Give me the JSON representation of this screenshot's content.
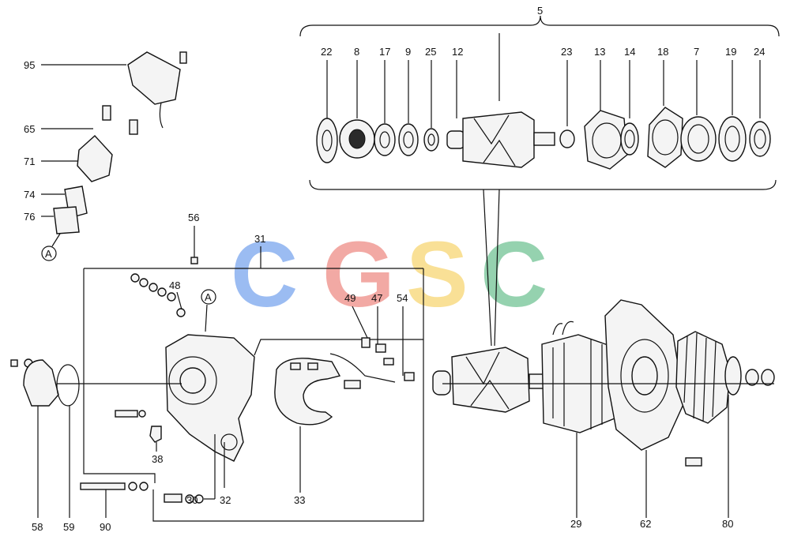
{
  "diagram": {
    "assembly_label": "5",
    "watermark": {
      "letters": [
        "C",
        "G",
        "S",
        "C"
      ],
      "colors": [
        "#4a86e8",
        "#e8645a",
        "#f5c842",
        "#3fae6e"
      ]
    },
    "part_labels": [
      "22",
      "8",
      "17",
      "9",
      "25",
      "12",
      "23",
      "13",
      "14",
      "18",
      "7",
      "19",
      "24",
      "95",
      "65",
      "71",
      "74",
      "76",
      "A",
      "56",
      "31",
      "48",
      "A",
      "49",
      "47",
      "54",
      "38",
      "32",
      "30",
      "33",
      "58",
      "59",
      "90",
      "29",
      "62",
      "80"
    ],
    "label_colors": {
      "31": "#1f5fbf",
      "49": "#c0392b",
      "47": "#c0392b"
    }
  }
}
